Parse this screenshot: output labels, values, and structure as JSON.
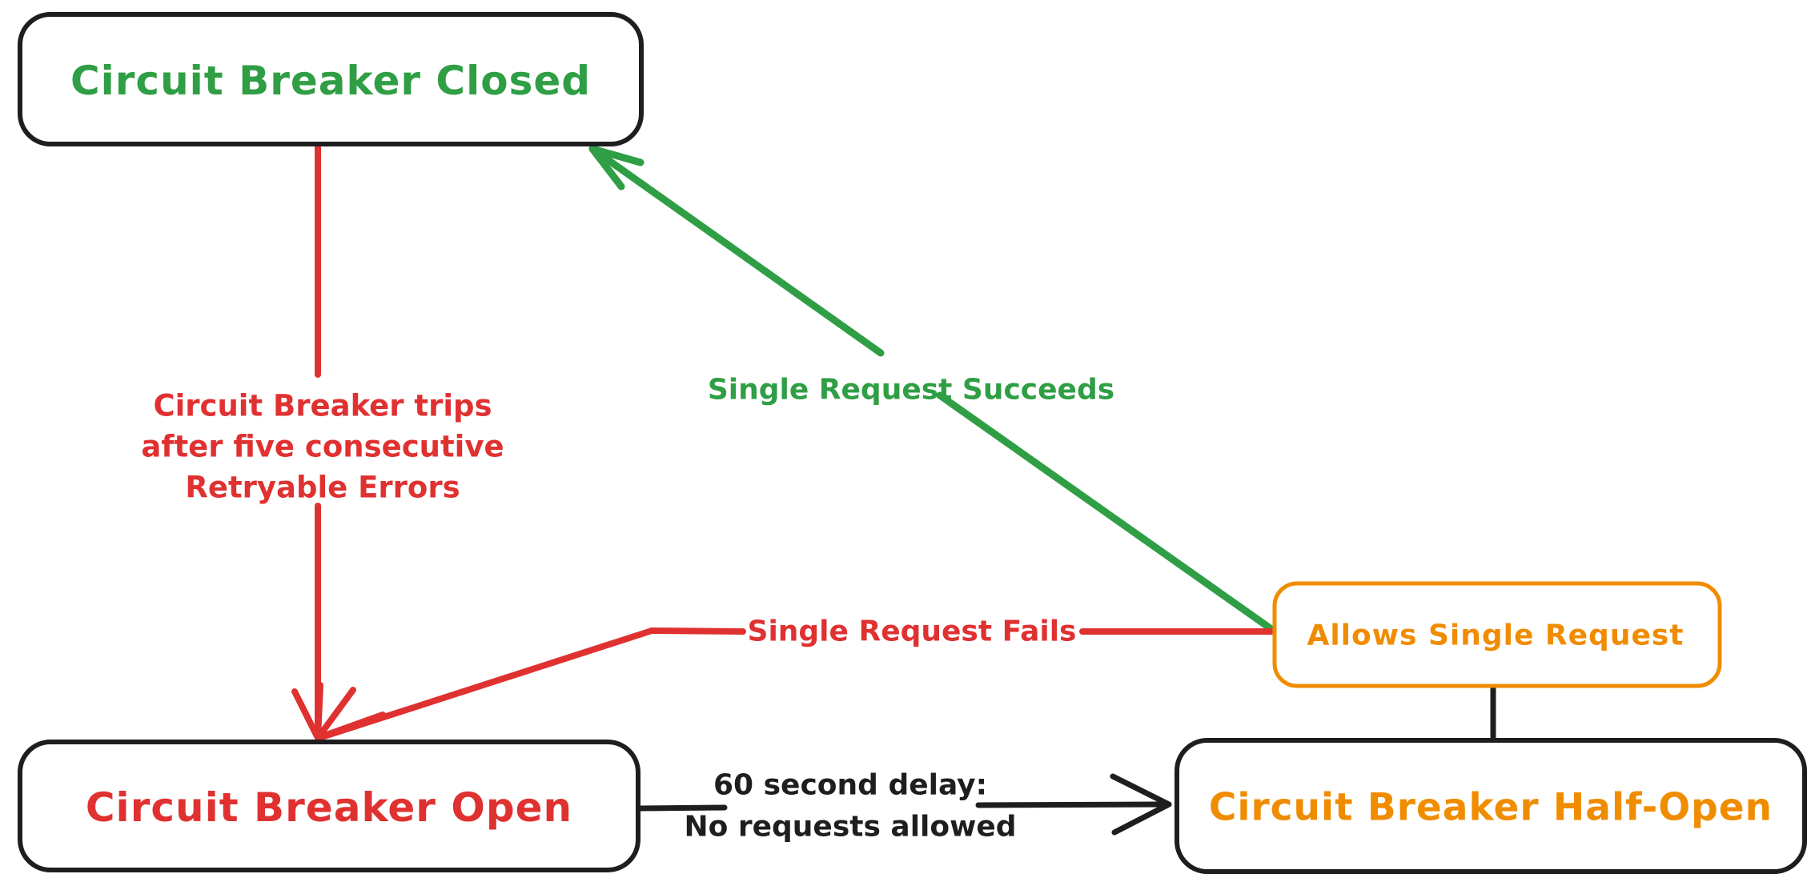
{
  "nodes": {
    "closed": {
      "label": "Circuit Breaker Closed",
      "color": "#2f9e44",
      "border_color": "#1e1e1e"
    },
    "open": {
      "label": "Circuit Breaker Open",
      "color": "#e03131",
      "border_color": "#1e1e1e"
    },
    "half_open": {
      "label": "Circuit Breaker Half-Open",
      "color": "#f08c00",
      "border_color": "#1e1e1e"
    },
    "allows_single_request": {
      "label": "Allows Single Request",
      "color": "#f08c00",
      "border_color": "#f08c00"
    }
  },
  "edges": {
    "trips": {
      "from": "closed",
      "to": "open",
      "color": "#e03131",
      "label_lines": [
        "Circuit Breaker trips",
        "after five consecutive",
        "Retryable Errors"
      ]
    },
    "succeeds": {
      "from": "allows_single_request",
      "to": "closed",
      "color": "#2f9e44",
      "label": "Single Request Succeeds"
    },
    "fails": {
      "from": "allows_single_request",
      "to": "open",
      "color": "#e03131",
      "label": "Single Request Fails"
    },
    "delay": {
      "from": "open",
      "to": "half_open",
      "color": "#1e1e1e",
      "label_lines": [
        "60 second delay:",
        "No requests allowed"
      ]
    },
    "half_open_connector": {
      "from": "allows_single_request",
      "to": "half_open",
      "color": "#1e1e1e",
      "label": ""
    }
  },
  "colors": {
    "background": "#ffffff",
    "node_border": "#1e1e1e",
    "green": "#2f9e44",
    "red": "#e03131",
    "orange": "#f08c00",
    "black": "#1e1e1e"
  }
}
